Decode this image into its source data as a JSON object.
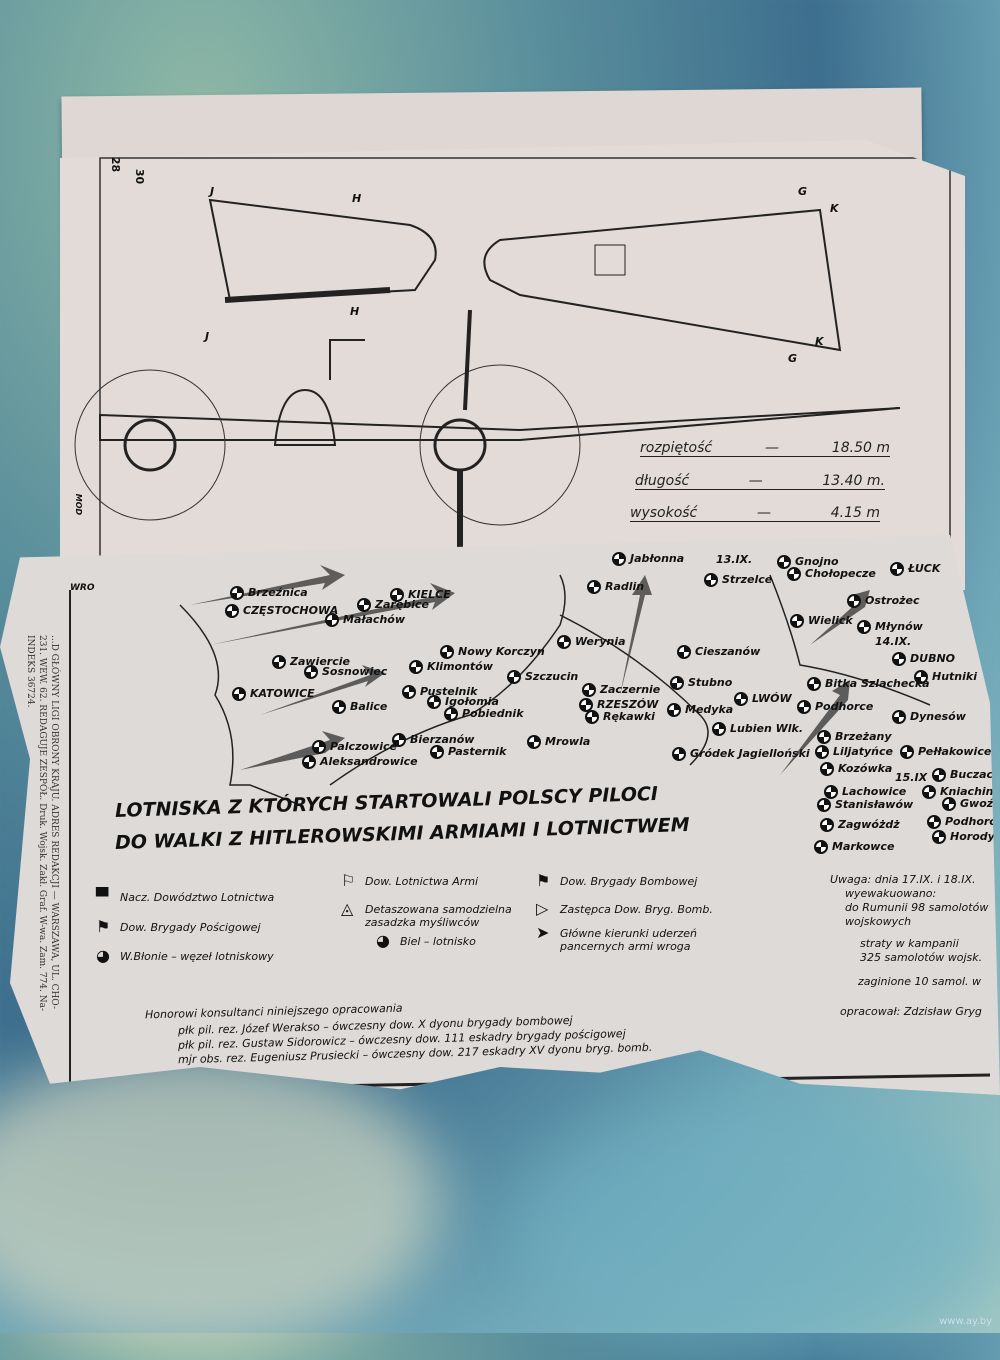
{
  "drawing": {
    "page_numbers": [
      "28",
      "30"
    ],
    "section_letters": [
      "J",
      "H",
      "G",
      "K",
      "H",
      "J",
      "K",
      "G"
    ],
    "corner_label": "MOD",
    "specs": [
      {
        "label": "rozpiętość",
        "dash": "—",
        "value": "18.50 m"
      },
      {
        "label": "długość",
        "dash": "—",
        "value": "13.40 m."
      },
      {
        "label": "wysokość",
        "dash": "—",
        "value": "4.15 m"
      }
    ]
  },
  "map": {
    "places": [
      "Brzeźnica",
      "CZĘSTOCHOWA",
      "Zarębice",
      "Małachów",
      "KIELCE",
      "Zawiercie",
      "Sosnowiec",
      "KATOWICE",
      "Balice",
      "Pustelnik",
      "Igołomia",
      "Pobiednik",
      "Klimontów",
      "Nowy Korczyn",
      "Szczucin",
      "Werynia",
      "Mrowla",
      "Zaczernie",
      "RZESZÓW",
      "Rękawki",
      "Palczowice",
      "Bierzanów",
      "Pasternik",
      "Aleksandrowice",
      "Jabłonna",
      "Radlin",
      "13.IX.",
      "Strzelce",
      "Gnojno",
      "Chołopecze",
      "ŁUCK",
      "Ostrożec",
      "Wielick",
      "Młynów",
      "14.IX.",
      "DUBNO",
      "Hutniki",
      "Cieszanów",
      "Stubno",
      "Medyka",
      "LWÓW",
      "Bitka Szlachecka",
      "Podhorce",
      "Gródek Jagielloński",
      "Lubien Wlk.",
      "Dynesów",
      "Brzeżany",
      "Liljatyńce",
      "Pełłakowice",
      "Kozówka",
      "Buczacz",
      "15.IX",
      "Lachowice",
      "Kniachinin",
      "Stanisławów",
      "Gwoździec",
      "Zagwóżdż",
      "Podhorodyszcze",
      "Markowce",
      "Horodyszcze"
    ],
    "fragment_label": "WRO"
  },
  "title_lines": [
    "LOTNISKA Z KTÓRYCH STARTOWALI POLSCY PILOCI",
    "DO WALKI Z HITLEROWSKIMI ARMIAMI I LOTNICTWEM"
  ],
  "legend": [
    {
      "icon": "flag-icon",
      "label": "Nacz. Dowództwo Lotnictwa"
    },
    {
      "icon": "swallowtail-flag-icon",
      "label": "Dow. Brygady Pościgowej"
    },
    {
      "icon": "airfield-icon",
      "label": "W.Błonie – węzeł lotniskowy"
    },
    {
      "icon": "pennant-flag-icon",
      "label": "Dow. Lotnictwa Armi"
    },
    {
      "icon": "triangle-circle-icon",
      "label": "Detaszowana samodzielna zasadzka myśliwców"
    },
    {
      "icon": "airfield-icon",
      "label": "Biel – lotnisko"
    },
    {
      "icon": "bomber-flag-icon",
      "label": "Dow. Brygady Bombowej"
    },
    {
      "icon": "triangle-flag-icon",
      "label": "Zastępca Dow. Bryg. Bomb."
    },
    {
      "icon": "arrow-icon",
      "label": "Główne kierunki uderzeń pancernych armi wroga"
    }
  ],
  "consultants": {
    "heading": "Honorowi konsultanci niniejszego opracowania",
    "lines": [
      "płk pil. rez. Józef Werakso – ówczesny dow. X dyonu brygady bombowej",
      "płk pil. rez. Gustaw Sidorowicz – ówczesny dow. 111 eskadry brygady pościgowej",
      "mjr obs. rez. Eugeniusz Prusiecki – ówczesny dow. 217 eskadry XV dyonu bryg. bomb."
    ]
  },
  "note": {
    "lines": [
      "Uwaga: dnia 17.IX. i 18.IX.",
      "wyewakuowano:",
      "do Rumunii 98 samolotów",
      "wojskowych",
      "straty w kampanii",
      "325 samolotów wojsk.",
      "zaginione 10 samol. w"
    ]
  },
  "author": "opracował: Zdzisław Gryg",
  "imprint": [
    "...D GŁÓWNY LIGI OBRONY KRAJU. ADRES REDAKCJI — WARSZAWA, UL. CHO-",
    "231. WEW. 62. REDAGUJE ZESPÓŁ. Druk. Wojsk. Zakł. Graf. W-wa. Zam. 774. Na-",
    "INDEKS 36724."
  ],
  "watermark": "www.ay.by"
}
